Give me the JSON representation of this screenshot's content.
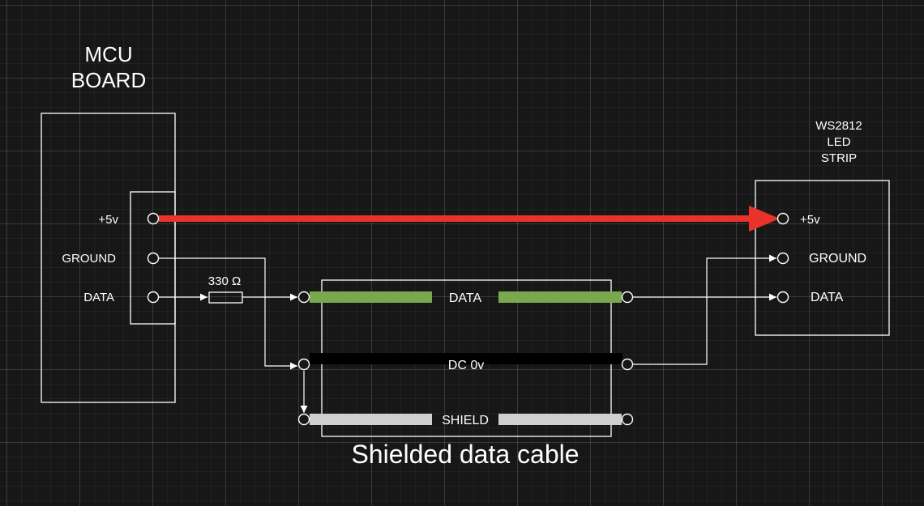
{
  "mcu": {
    "title_line1": "MCU",
    "title_line2": "BOARD",
    "pins": [
      "+5v",
      "GROUND",
      "DATA"
    ]
  },
  "resistor": {
    "label": "330 Ω"
  },
  "led_strip": {
    "title_line1": "WS2812",
    "title_line2": "LED",
    "title_line3": "STRIP",
    "pins": [
      "+5v",
      "GROUND",
      "DATA"
    ]
  },
  "cable": {
    "label": "Shielded data cable",
    "conductors": [
      "DATA",
      "DC 0v",
      "SHIELD"
    ]
  },
  "colors": {
    "power_arrow": "#e8322a",
    "data_conductor": "#79a84f",
    "ground_conductor": "#000000",
    "shield_conductor": "#cfcfcf",
    "lines": "#ffffff",
    "background": "#171717"
  }
}
